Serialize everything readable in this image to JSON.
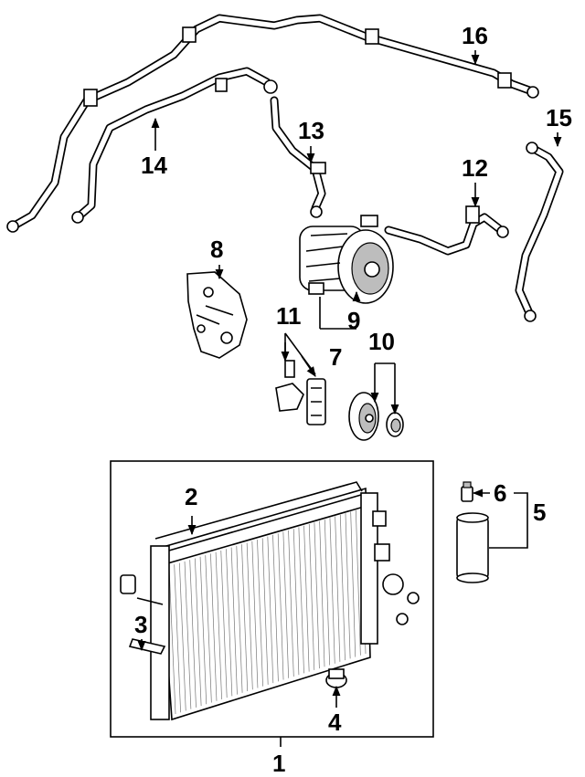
{
  "callouts": {
    "c1": "1",
    "c2": "2",
    "c3": "3",
    "c4": "4",
    "c5": "5",
    "c6": "6",
    "c7": "7",
    "c8": "8",
    "c9": "9",
    "c10": "10",
    "c11": "11",
    "c12": "12",
    "c13": "13",
    "c14": "14",
    "c15": "15",
    "c16": "16"
  },
  "colors": {
    "ink": "#000000",
    "paper": "#ffffff",
    "shade": "#bdbdbd"
  }
}
